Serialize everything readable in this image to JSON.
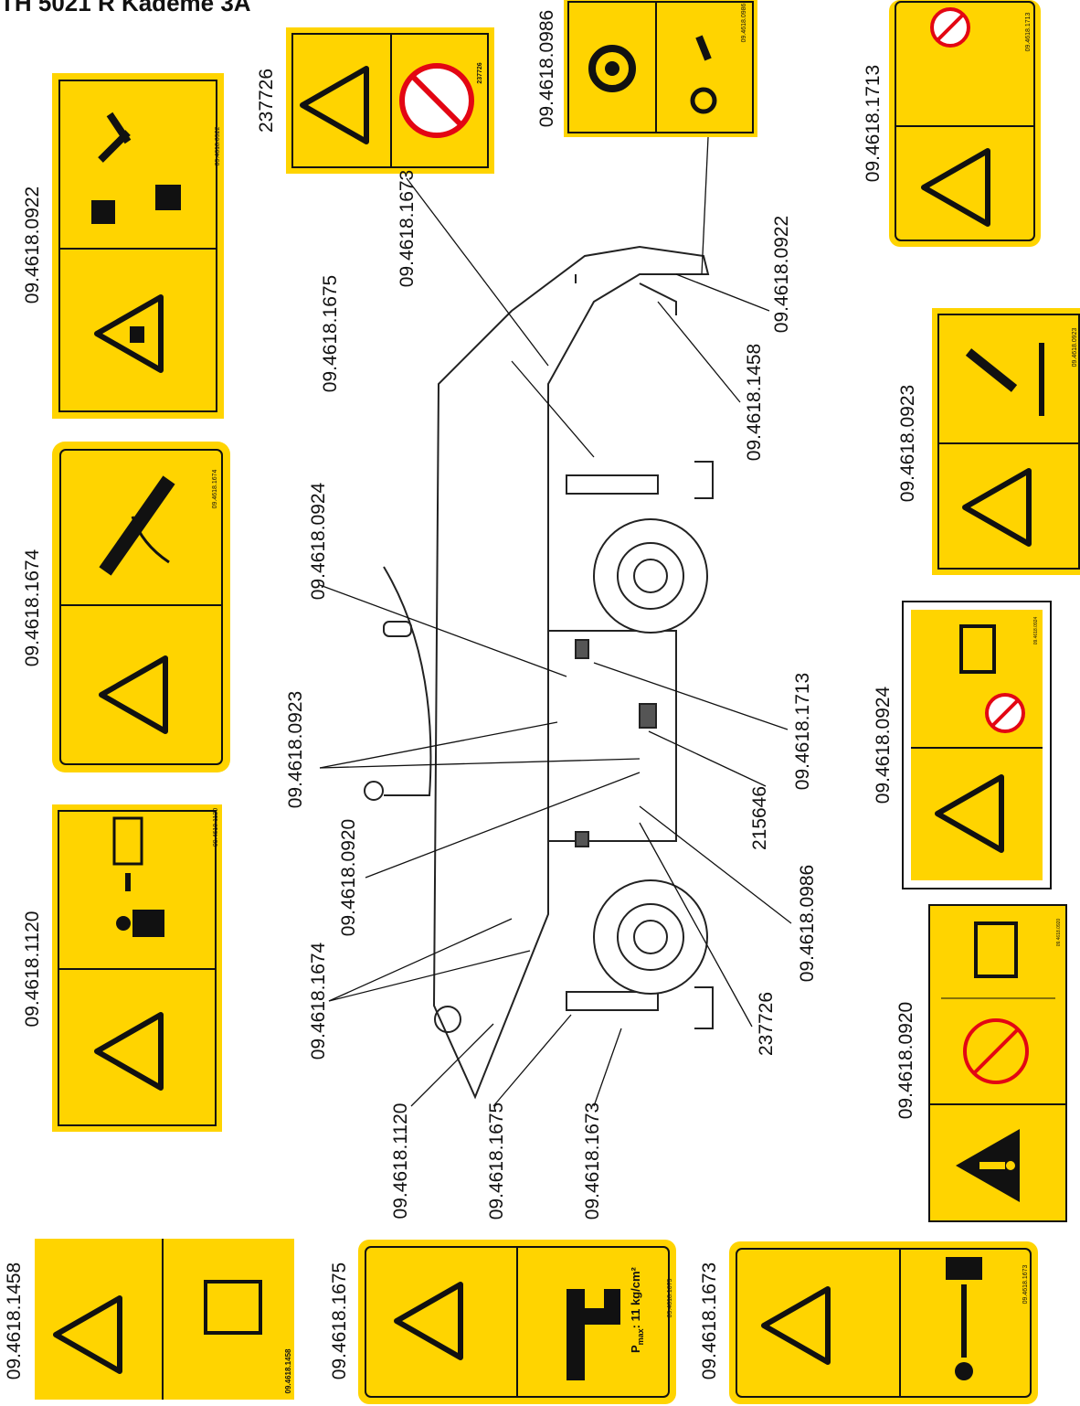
{
  "title": "TH 5021 R Kademe 3A",
  "colors": {
    "label_yellow": "#FFD400",
    "outline": "#111111",
    "prohibit": "#E30613"
  },
  "decals": [
    {
      "code": "09.4618.0922",
      "icons": [
        "crush-hazard-icon",
        "keep-hands-away-icon"
      ]
    },
    {
      "code": "09.4618.1674",
      "icons": [
        "boom-fall-hazard-icon",
        "boom-swing-icon"
      ]
    },
    {
      "code": "09.4618.1120",
      "icons": [
        "crush-hazard-icon",
        "keep-distance-icon"
      ]
    },
    {
      "code": "09.4618.1458",
      "icons": [
        "fall-hazard-icon",
        "read-manual-icon"
      ]
    },
    {
      "code": "09.4618.1675",
      "icons": [
        "stabilizer-hazard-icon",
        "ground-pressure-icon"
      ]
    },
    {
      "code": "09.4618.1673",
      "icons": [
        "crush-hazard-icon",
        "keep-distance-icon"
      ]
    },
    {
      "code": "237726",
      "icons": [
        "crush-hazard-icon",
        "no-hands-icon"
      ]
    },
    {
      "code": "09.4618.0986",
      "icons": [
        "entanglement-icon",
        "keep-hands-away-icon"
      ]
    },
    {
      "code": "09.4618.1713",
      "icons": [
        "explosion-hazard-icon",
        "no-starting-fluid-icon"
      ]
    },
    {
      "code": "09.4618.0923",
      "icons": [
        "hot-surface-icon",
        "keep-hands-away-icon"
      ]
    },
    {
      "code": "09.4618.0924",
      "icons": [
        "battery-explosion-icon",
        "no-fire-icon",
        "read-manual-icon"
      ]
    },
    {
      "code": "09.4618.0920",
      "icons": [
        "general-warning-icon",
        "no-seatbelt-icon",
        "read-manual-icon"
      ]
    }
  ],
  "pressure": {
    "label": "P",
    "sub": "max",
    "value": ": 11 kg/cm²"
  },
  "callouts": [
    "09.4618.1673",
    "09.4618.1675",
    "09.4618.0922",
    "09.4618.1458",
    "09.4618.0924",
    "09.4618.1713",
    "09.4618.0923",
    "215646",
    "09.4618.0920",
    "09.4618.0986",
    "09.4618.1674",
    "237726",
    "09.4618.1120",
    "09.4618.1675",
    "09.4618.1673"
  ]
}
